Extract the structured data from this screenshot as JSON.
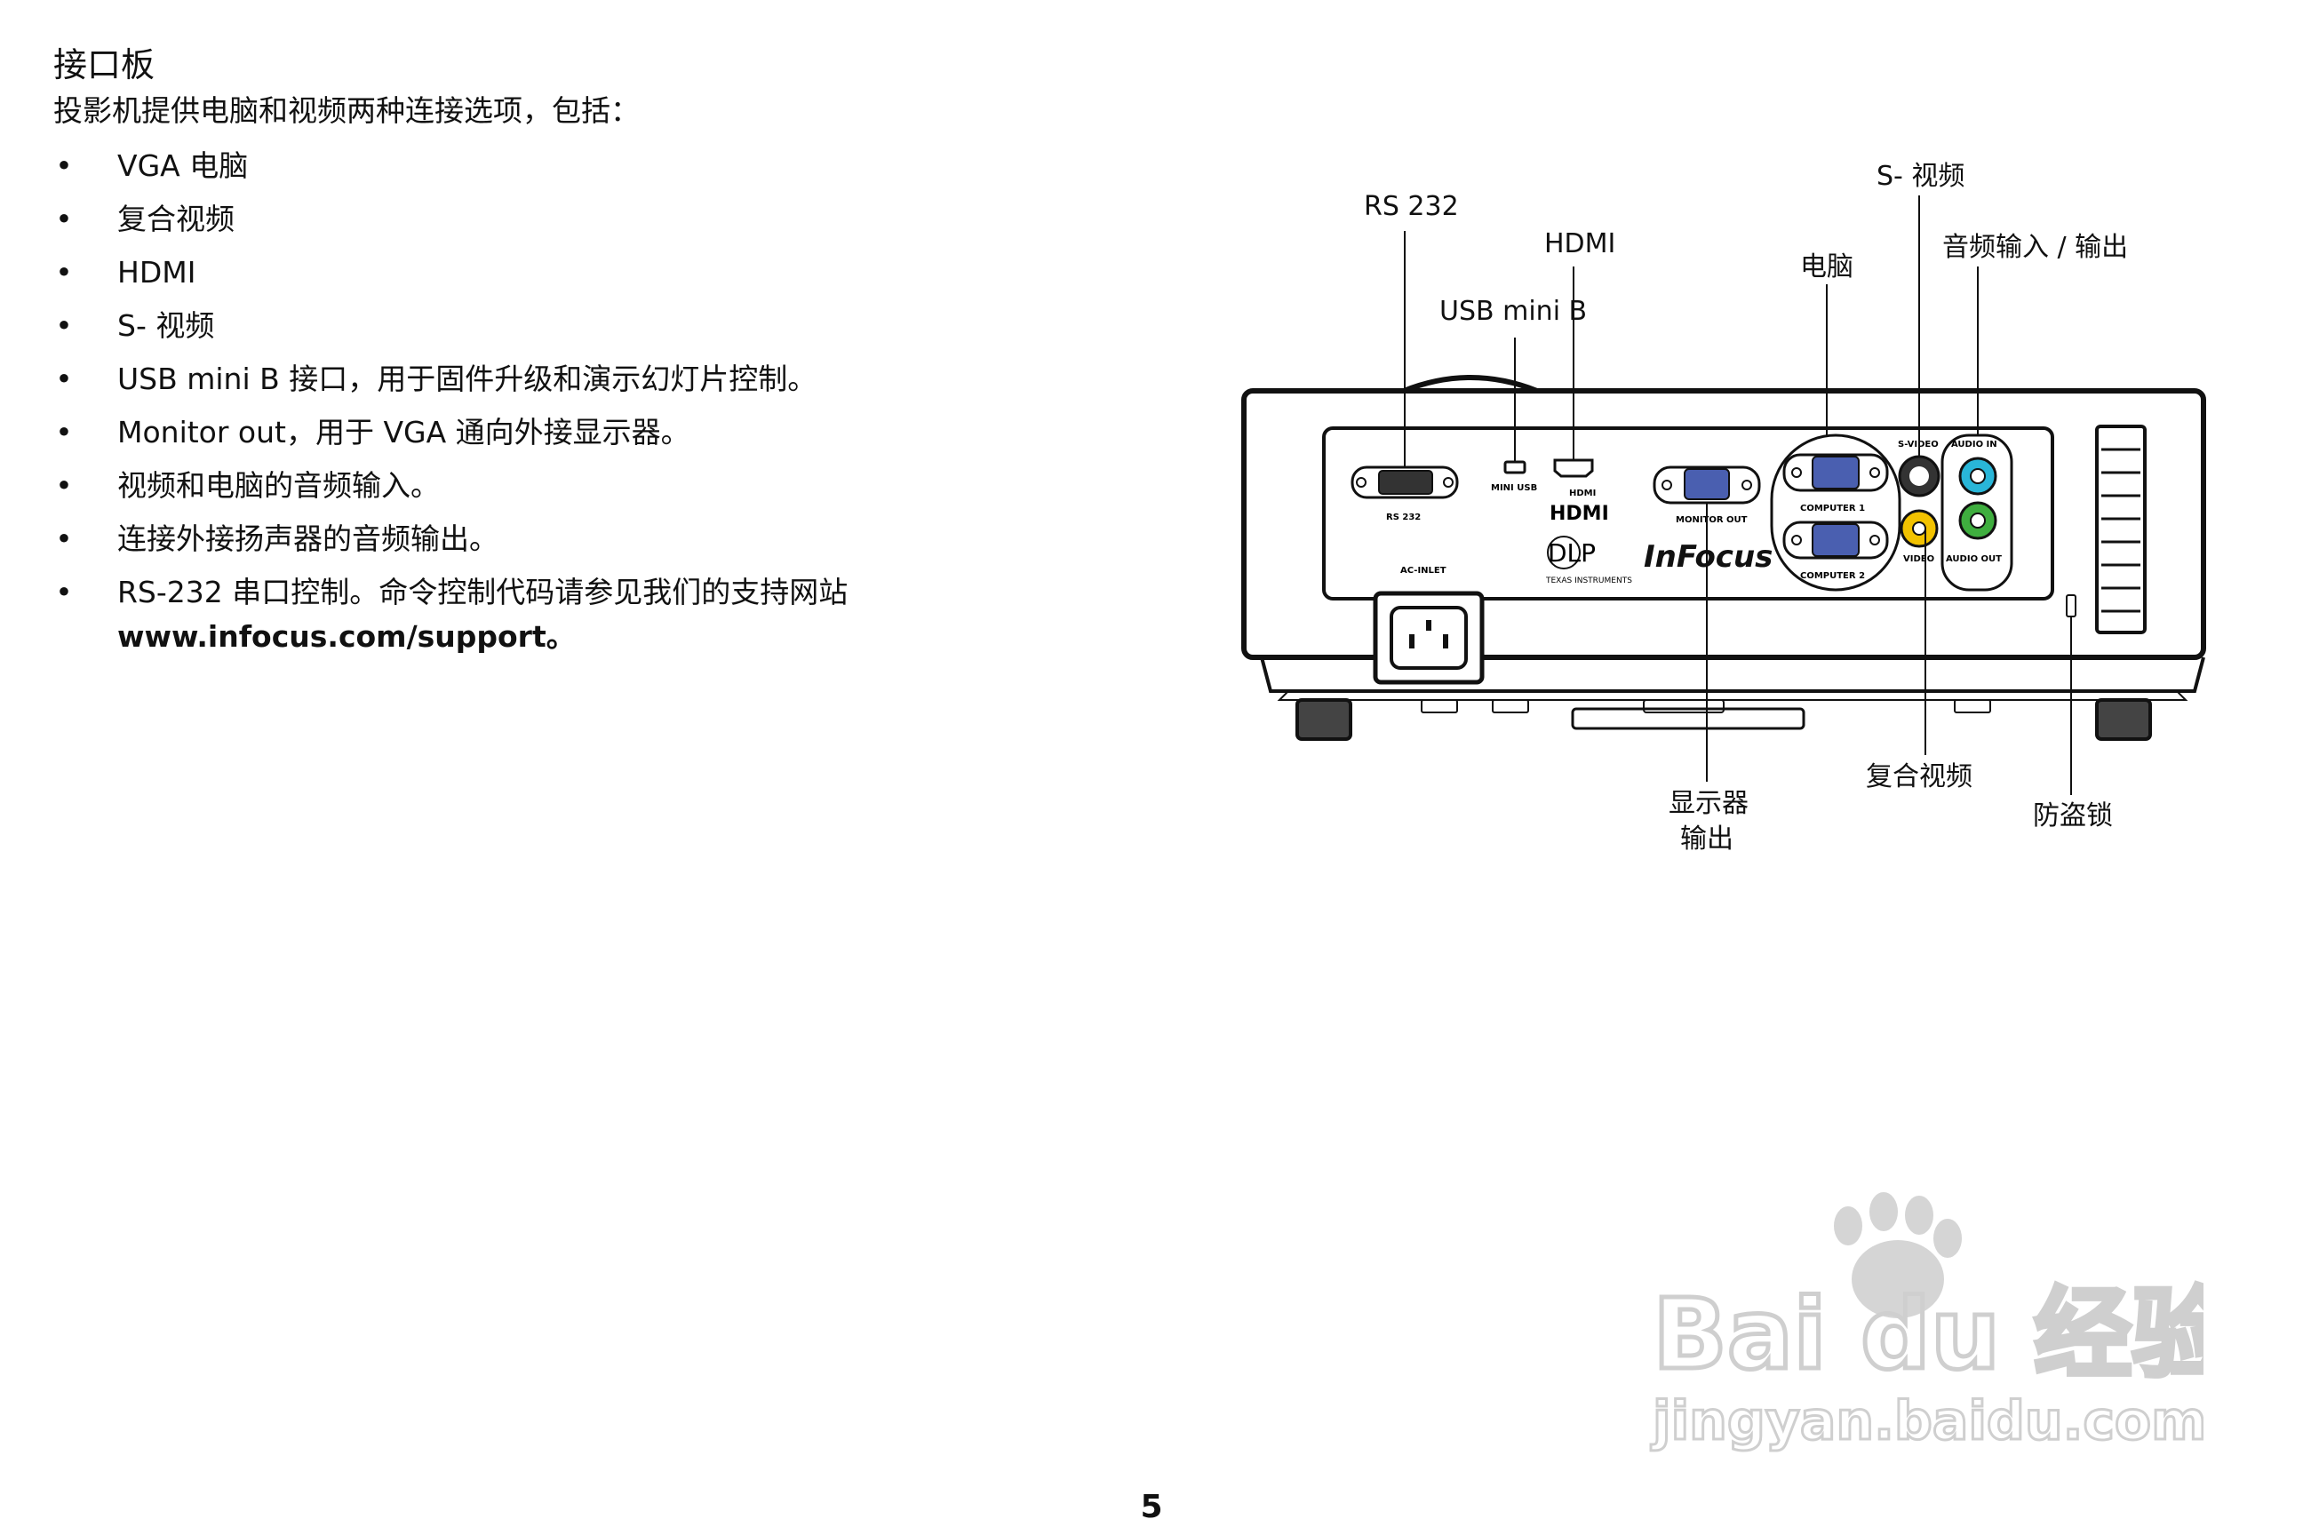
{
  "section": {
    "title": "接口板",
    "intro": "投影机提供电脑和视频两种连接选项，包括：",
    "bullet_symbol": "•",
    "items": [
      "VGA 电脑",
      "复合视频",
      "HDMI",
      "S- 视频",
      "USB mini B 接口，用于固件升级和演示幻灯片控制。",
      "Monitor out，用于 VGA 通向外接显示器。",
      "视频和电脑的音频输入。",
      "连接外接扬声器的音频输出。",
      "RS-232 串口控制。命令控制代码请参见我们的支持网站"
    ],
    "support_url": "www.infocus.com/support",
    "url_suffix": "。"
  },
  "diagram": {
    "callouts": {
      "rs232": "RS 232",
      "hdmi": "HDMI",
      "usb_mini_b": "USB mini B",
      "computer": "电脑",
      "s_video": "S- 视频",
      "audio_in_out": "音频输入 / 输出",
      "monitor_out_line1": "显示器",
      "monitor_out_line2": "输出",
      "composite_video": "复合视频",
      "security_lock": "防盗锁"
    },
    "panel_labels": {
      "rs232": "RS 232",
      "mini_usb": "MINI USB",
      "hdmi": "HDMI",
      "monitor_out": "MONITOR OUT",
      "computer1": "COMPUTER 1",
      "computer2": "COMPUTER 2",
      "s_video": "S-VIDEO",
      "video": "VIDEO",
      "audio_in": "AUDIO IN",
      "audio_out": "AUDIO OUT",
      "ac_inlet": "AC-INLET",
      "hdmi_logo": "HDMI",
      "dlp_logo": "DLP",
      "texas_instruments": "TEXAS INSTRUMENTS",
      "brand": "InFocus"
    },
    "colors": {
      "vga_port": "#4a5fb0",
      "video_jack": "#f2c200",
      "audio_in_jack": "#29b6d8",
      "audio_out_jack": "#3fae3f"
    }
  },
  "watermark": {
    "logo": "Bai du 经验",
    "url": "jingyan.baidu.com"
  },
  "page_number": "5"
}
